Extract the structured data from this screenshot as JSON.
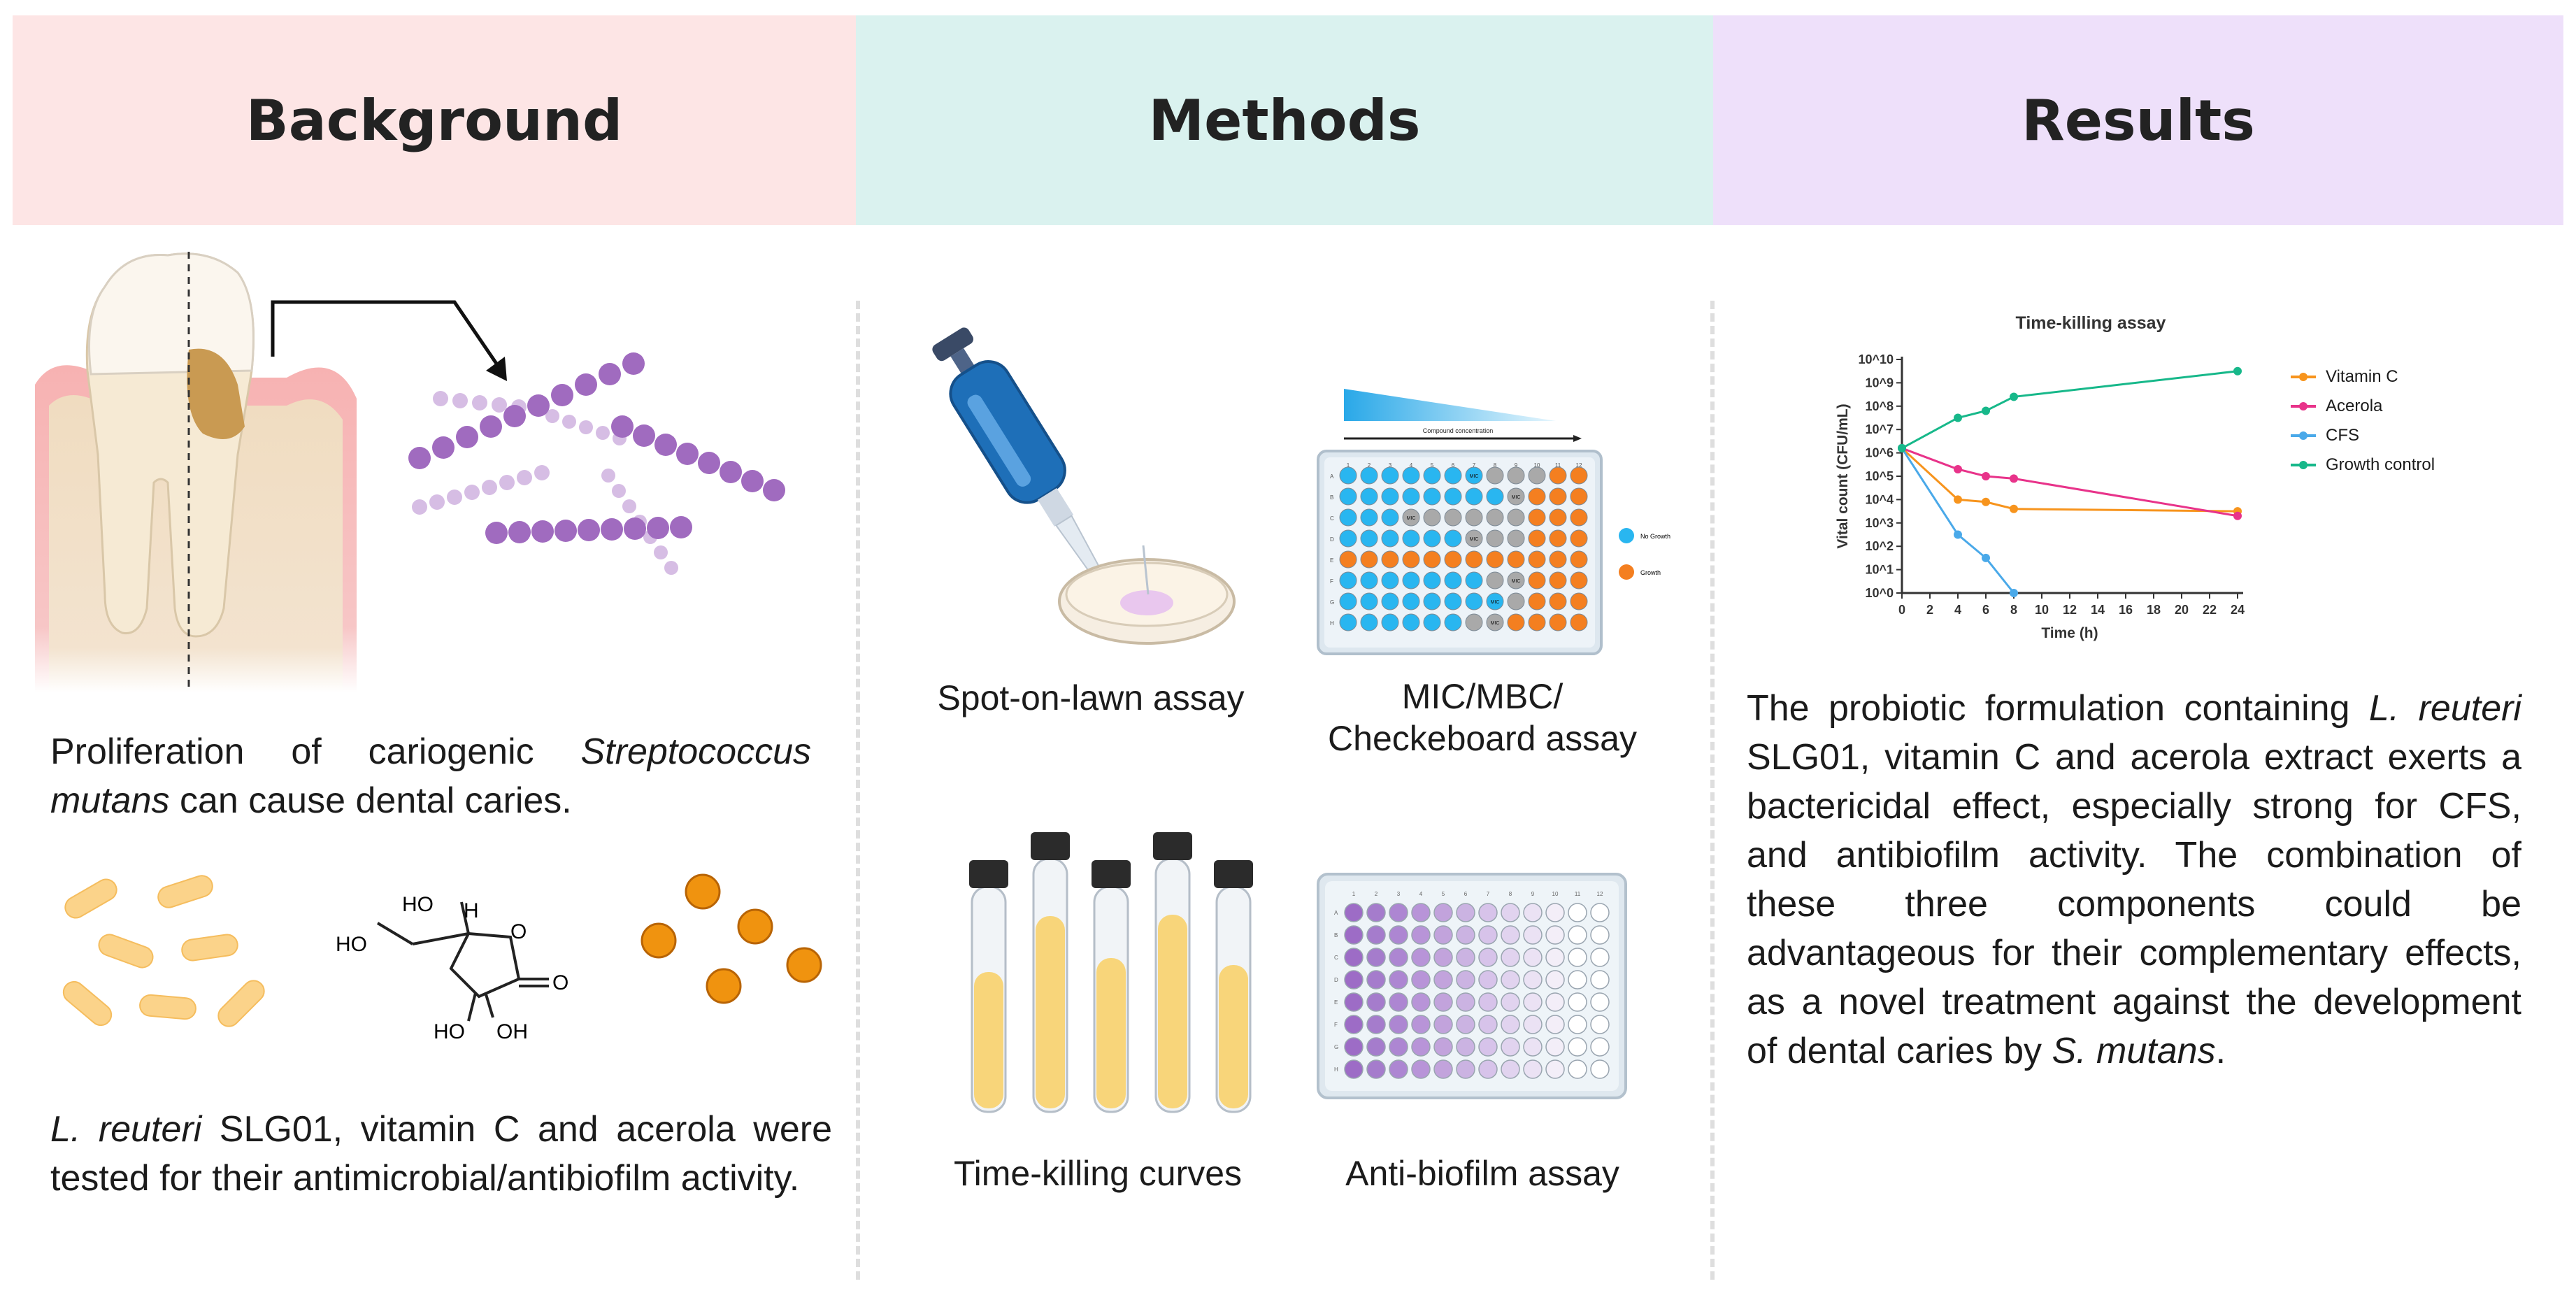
{
  "headers": {
    "background": "Background",
    "methods": "Methods",
    "results": "Results"
  },
  "background": {
    "text1_a": "Proliferation of cariogenic ",
    "text1_b": "Streptococcus mutans",
    "text1_c": " can cause dental caries.",
    "text2_a": "L. reuteri",
    "text2_b": " SLG01, vitamin C and acerola were tested for their antimicrobial/antibiofilm activity.",
    "molecule_labels": {
      "ho_top": "HO",
      "h": "H",
      "ho_left": "HO",
      "o_ring": "O",
      "o_keto": "O",
      "ho_bottom": "HO",
      "oh_bottom": "OH"
    }
  },
  "methods": {
    "spot_caption": "Spot-on-lawn assay",
    "mic_caption": "MIC/MBC/\nCheckeboard assay",
    "time_caption": "Time-killing curves",
    "biofilm_caption": "Anti-biofilm assay",
    "gradient_label": "Compound concentration",
    "plate_legend": [
      "No Growth",
      "Growth"
    ],
    "plate_cols": [
      "1",
      "2",
      "3",
      "4",
      "5",
      "6",
      "7",
      "8",
      "9",
      "10",
      "11",
      "12"
    ],
    "plate_rows": [
      "A",
      "B",
      "C",
      "D",
      "E",
      "F",
      "G",
      "H"
    ],
    "plate_marker": "MIC"
  },
  "results": {
    "text_a": "The probiotic formulation containing ",
    "text_b": "L. reuteri",
    "text_c": " SLG01, vitamin C and acerola extract exerts a bactericidal effect, especially strong for CFS, and antibiofilm activity. The combination of these three components could be advantageous for their complementary effects, as a novel treatment against the development of dental caries by ",
    "text_d": "S. mutans",
    "text_e": "."
  },
  "colors": {
    "vitamin_c": "#f7941d",
    "acerola": "#e8338a",
    "cfs": "#4aa9e9",
    "growth_control": "#17b88a",
    "plate_blue": "#29b6f0",
    "plate_orange": "#f47f20",
    "plate_grey": "#a9a9a9",
    "biofilm_purple": "#b98fd6"
  },
  "chart_data": {
    "type": "line",
    "title": "Time-killing assay",
    "xlabel": "Time (h)",
    "ylabel": "Vital count (CFU/mL)",
    "y_scale": "log10",
    "xlim": [
      0,
      24
    ],
    "ylim_exponent": [
      0,
      10
    ],
    "x_ticks": [
      "0",
      "2",
      "4",
      "6",
      "8",
      "10",
      "12",
      "14",
      "16",
      "18",
      "20",
      "22",
      "24"
    ],
    "y_ticks": [
      "10^0",
      "10^1",
      "10^2",
      "10^3",
      "10^4",
      "10^5",
      "10^6",
      "10^7",
      "10^8",
      "10^9",
      "10^10"
    ],
    "grid": false,
    "legend_position": "right",
    "series": [
      {
        "name": "Vitamin C",
        "x": [
          0,
          4,
          6,
          8,
          24
        ],
        "y_exp": [
          6.2,
          4.0,
          3.9,
          3.6,
          3.5
        ]
      },
      {
        "name": "Acerola",
        "x": [
          0,
          4,
          6,
          8,
          24
        ],
        "y_exp": [
          6.2,
          5.3,
          5.0,
          4.9,
          3.3
        ]
      },
      {
        "name": "CFS",
        "x": [
          0,
          4,
          6,
          8
        ],
        "y_exp": [
          6.2,
          2.5,
          1.5,
          0.0
        ]
      },
      {
        "name": "Growth control",
        "x": [
          0,
          4,
          6,
          8,
          24
        ],
        "y_exp": [
          6.2,
          7.5,
          7.8,
          8.4,
          9.5
        ]
      }
    ]
  }
}
